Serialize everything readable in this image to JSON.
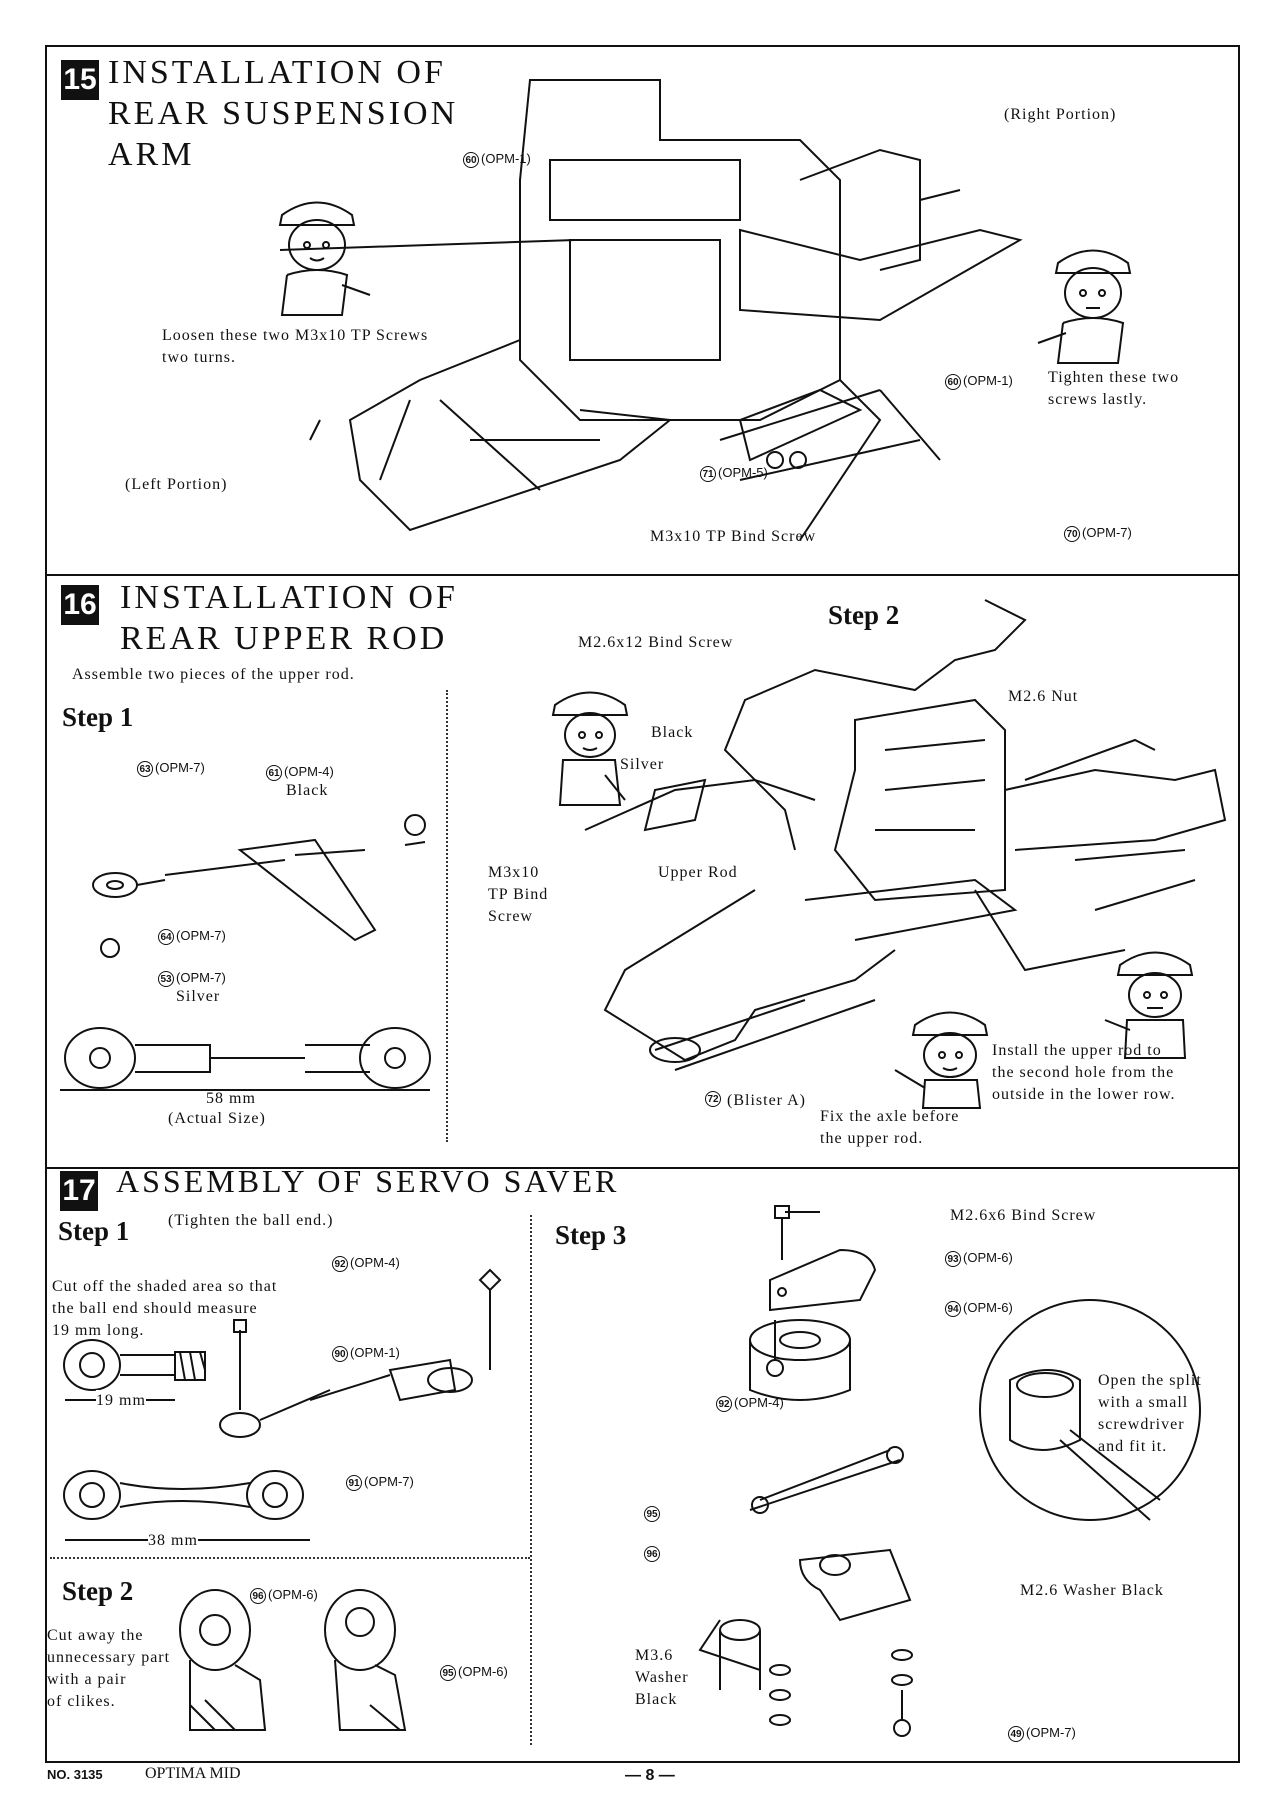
{
  "sections": {
    "s15": {
      "number": "15",
      "title": "INSTALLATION OF\nREAR SUSPENSION\nARM",
      "notes": {
        "right_portion": "(Right Portion)",
        "left_portion": "(Left Portion)",
        "loosen": "Loosen these two M3x10 TP Screws\ntwo turns.",
        "tighten": "Tighten these two\nscrews lastly.",
        "bind_screw": "M3x10 TP Bind Screw"
      },
      "parts": {
        "p60a": {
          "num": "60",
          "code": "(OPM-1)"
        },
        "p60b": {
          "num": "60",
          "code": "(OPM-1)"
        },
        "p71": {
          "num": "71",
          "code": "(OPM-5)"
        },
        "p70": {
          "num": "70",
          "code": "(OPM-7)"
        }
      }
    },
    "s16": {
      "number": "16",
      "title": "INSTALLATION OF\nREAR UPPER ROD",
      "subtitle": "Assemble two pieces of the upper rod.",
      "step1": "Step 1",
      "step2": "Step 2",
      "notes": {
        "black_4": "Black",
        "silver_53": "Silver",
        "length": "58 mm",
        "actual": "(Actual Size)",
        "bind_screw": "M2.6x12 Bind Screw",
        "nut": "M2.6 Nut",
        "black": "Black",
        "silver": "Silver",
        "upper_rod": "Upper Rod",
        "tp_bind": "M3x10\nTP Bind\nScrew",
        "install": "Install the upper rod to\nthe second hole from the\noutside in the lower row.",
        "fix": "Fix the axle before\nthe upper rod.",
        "blister": "(Blister A)"
      },
      "parts": {
        "p63": {
          "num": "63",
          "code": "(OPM-7)"
        },
        "p61": {
          "num": "61",
          "code": "(OPM-4)"
        },
        "p64": {
          "num": "64",
          "code": "(OPM-7)"
        },
        "p53": {
          "num": "53",
          "code": "(OPM-7)"
        },
        "p72": {
          "num": "72",
          "code": ""
        }
      }
    },
    "s17": {
      "number": "17",
      "title": "ASSEMBLY OF SERVO SAVER",
      "step1": "Step 1",
      "step1_note": "(Tighten the ball end.)",
      "step2": "Step 2",
      "step3": "Step 3",
      "notes": {
        "cut_off": "Cut off the shaded area so that\nthe ball end should measure\n19 mm long.",
        "len19": "19 mm",
        "len38": "38 mm",
        "cut_away": "Cut away the\nunnecessary part\nwith a pair\nof clikes.",
        "bind6": "M2.6x6 Bind Screw",
        "open_split": "Open the split\nwith a small\nscrewdriver\nand fit it.",
        "washer_black": "M2.6 Washer Black",
        "m36_washer": "M3.6\nWasher\nBlack"
      },
      "parts": {
        "p92a": {
          "num": "92",
          "code": "(OPM-4)"
        },
        "p90": {
          "num": "90",
          "code": "(OPM-1)"
        },
        "p91": {
          "num": "91",
          "code": "(OPM-7)"
        },
        "p96a": {
          "num": "96",
          "code": "(OPM-6)"
        },
        "p95a": {
          "num": "95",
          "code": "(OPM-6)"
        },
        "p93": {
          "num": "93",
          "code": "(OPM-6)"
        },
        "p94": {
          "num": "94",
          "code": "(OPM-6)"
        },
        "p92b": {
          "num": "92",
          "code": "(OPM-4)"
        },
        "p95b": {
          "num": "95",
          "code": ""
        },
        "p96b": {
          "num": "96",
          "code": ""
        },
        "p49": {
          "num": "49",
          "code": "(OPM-7)"
        }
      }
    }
  },
  "footer": {
    "doc_number": "NO. 3135",
    "model": "OPTIMA MID",
    "page": "— 8 —"
  },
  "icons": [
    "mascot-icon",
    "chassis-diagram-icon",
    "suspension-arm-icon",
    "rod-end-icon",
    "servo-saver-icon"
  ]
}
